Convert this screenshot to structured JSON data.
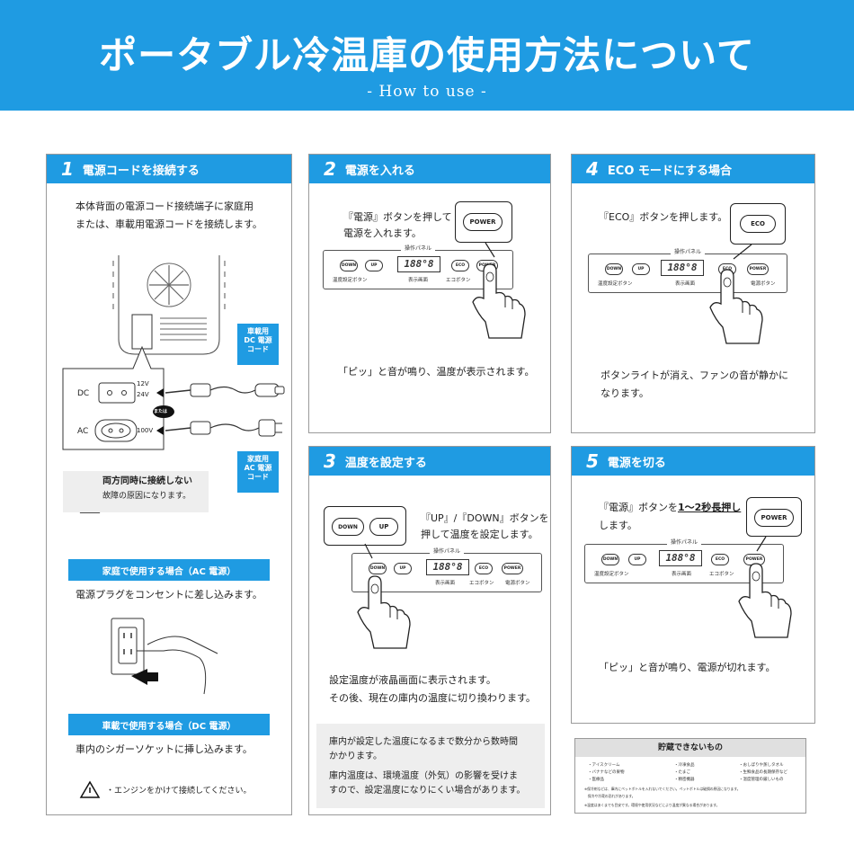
{
  "header": {
    "title": "ポータブル冷温庫の使用方法について",
    "subtitle": "- How to use -"
  },
  "control_panel": {
    "caption": "操作パネル",
    "down": "DOWN",
    "up": "UP",
    "eco": "ECO",
    "power": "POWER",
    "display": "188°8",
    "lbl_temp": "温度設定ボタン",
    "lbl_display": "表示画面",
    "lbl_eco": "エコボタン",
    "lbl_power": "電源ボタン"
  },
  "step1": {
    "num": "1",
    "title": "電源コードを接続する",
    "line1": "本体背面の電源コード接続端子に家庭用",
    "line2": "または、車載用電源コードを接続します。",
    "dc": "DC",
    "ac": "AC",
    "v12": "12V",
    "v24": "24V",
    "v100": "100V",
    "or": "または",
    "dc_cord_1": "車載用",
    "dc_cord_2": "DC 電源",
    "dc_cord_3": "コード",
    "ac_cord_1": "家庭用",
    "ac_cord_2": "AC 電源",
    "ac_cord_3": "コード",
    "warn_title": "両方同時に接続しない",
    "warn_text": "故障の原因になります。",
    "home_bar": "家庭で使用する場合（AC 電源）",
    "home_text": "電源プラグをコンセントに差し込みます。",
    "car_bar": "車載で使用する場合（DC 電源）",
    "car_text": "車内のシガーソケットに挿し込みます。",
    "car_warn": "・エンジンをかけて接続してください。"
  },
  "step2": {
    "num": "2",
    "title": "電源を入れる",
    "line1": "『電源』ボタンを押して",
    "line2": "電源を入れます。",
    "result": "「ピッ」と音が鳴り、温度が表示されます。"
  },
  "step3": {
    "num": "3",
    "title": "温度を設定する",
    "line1": "『UP』/『DOWN』ボタンを",
    "line2": "押して温度を設定します。",
    "result1": "設定温度が液晶画面に表示されます。",
    "result2": "その後、現在の庫内の温度に切り換わります。",
    "note1": "庫内が設定した温度になるまで数分から数時間",
    "note2": "かかります。",
    "note3": "庫内温度は、環境温度（外気）の影響を受けま",
    "note4": "すので、設定温度になりにくい場合があります。"
  },
  "step4": {
    "num": "4",
    "title": "ECO モードにする場合",
    "line1": "『ECO』ボタンを押します。",
    "result1": "ボタンライトが消え、ファンの音が静かに",
    "result2": "なります。"
  },
  "step5": {
    "num": "5",
    "title": "電源を切る",
    "line1_a": "『電源』ボタンを",
    "line1_b": "1～2秒長押し",
    "line2": "します。",
    "result": "「ピッ」と音が鳴り、電源が切れます。"
  },
  "storage": {
    "title": "貯蔵できないもの",
    "c1": [
      "・アイスクリーム",
      "・バナナなどの果物",
      "・医療品"
    ],
    "c2": [
      "・冷凍食品",
      "・たまご",
      "・精密機器"
    ],
    "c3": [
      "・おしぼりや蒸しタオル",
      "・生鮮食品の長期保存など",
      "・温度管理の厳しいもの"
    ],
    "note1": "※保冷剤などは、庫内にペットボトルを入れないでください。ペットボトルは破損の原因になります。",
    "note2": "　保冷や冷蔵の恐れがあります。",
    "note3": "※温度はあくまでも目安です。環境や使用状況などにより温度が異なる場合があります。"
  }
}
